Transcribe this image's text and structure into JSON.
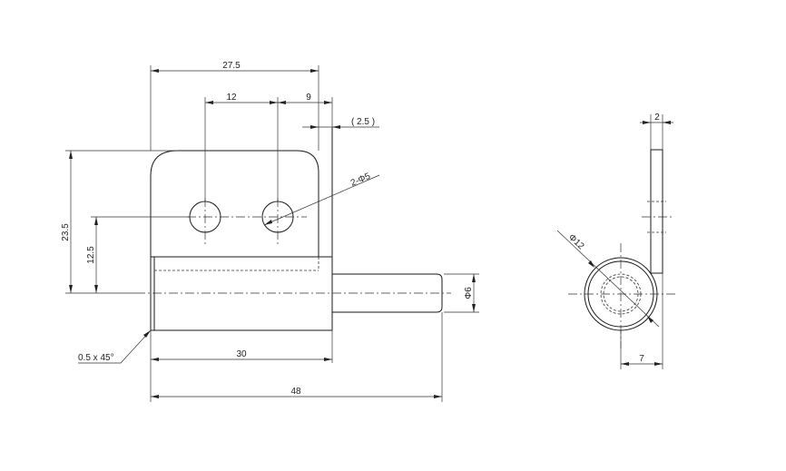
{
  "front_view": {
    "dim_overall_width": "27.5",
    "dim_hole_pitch": "12",
    "dim_hole_offset": "9",
    "dim_plate_thickness": "( 2.5 )",
    "dim_holes": "2-Φ5",
    "dim_height_total": "23.5",
    "dim_height_axis": "12.5",
    "dim_pin_diameter": "Φ6",
    "dim_body_length": "30",
    "dim_total_length": "48",
    "dim_chamfer": "0.5 x 45°"
  },
  "side_view": {
    "dim_leaf_thickness": "2",
    "dim_barrel_diameter": "Φ12",
    "dim_offset": "7"
  }
}
